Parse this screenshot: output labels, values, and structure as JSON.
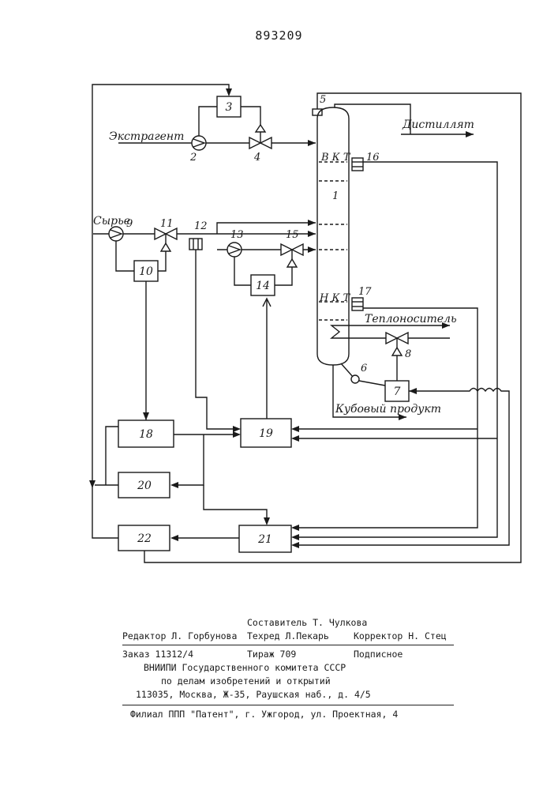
{
  "header": {
    "patent_number": "893209"
  },
  "diagram": {
    "labels": {
      "extractant": "Экстрагент",
      "distillate": "Дистиллят",
      "feed": "Сырье",
      "heat_carrier": "Теплоноситель",
      "bottom_product": "Кубовый продукт",
      "upper_temp": "В К Т",
      "lower_temp": "Н К Т"
    },
    "numbers": [
      "1",
      "2",
      "3",
      "4",
      "5",
      "6",
      "7",
      "8",
      "9",
      "10",
      "11",
      "12",
      "13",
      "14",
      "15",
      "16",
      "17",
      "18",
      "19",
      "20",
      "21",
      "22"
    ]
  },
  "footer": {
    "compiler": "Составитель Т. Чулкова",
    "editor": "Редактор Л. Горбунова",
    "tech_editor": "Техред Л.Пекарь",
    "corrector": "Корректор Н. Стец",
    "order": "Заказ 11312/4",
    "circulation": "Тираж 709",
    "subscription": "Подписное",
    "org1": "ВНИИПИ Государственного комитета СССР",
    "org2": "по делам изобретений и открытий",
    "address": "113035, Москва, Ж-35, Раушская наб., д. 4/5",
    "branch": "Филиал ППП \"Патент\", г. Ужгород, ул. Проектная, 4"
  }
}
